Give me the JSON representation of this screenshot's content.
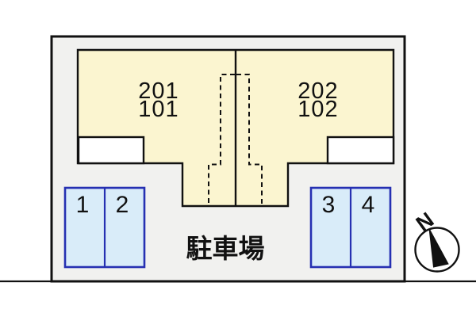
{
  "plan": {
    "title_hint": "site layout plan",
    "units": [
      {
        "upper": "201",
        "lower": "101"
      },
      {
        "upper": "202",
        "lower": "102"
      }
    ],
    "parking_label": "駐車場",
    "parking_spaces": [
      "1",
      "2",
      "3",
      "4"
    ],
    "compass_north": "N"
  },
  "colors": {
    "background": "#ffffff",
    "site_fill": "#f1f1ef",
    "building_fill": "#fbf5d0",
    "parking_fill": "#d9ecf9",
    "parking_border": "#2630b2",
    "outline": "#111111"
  }
}
